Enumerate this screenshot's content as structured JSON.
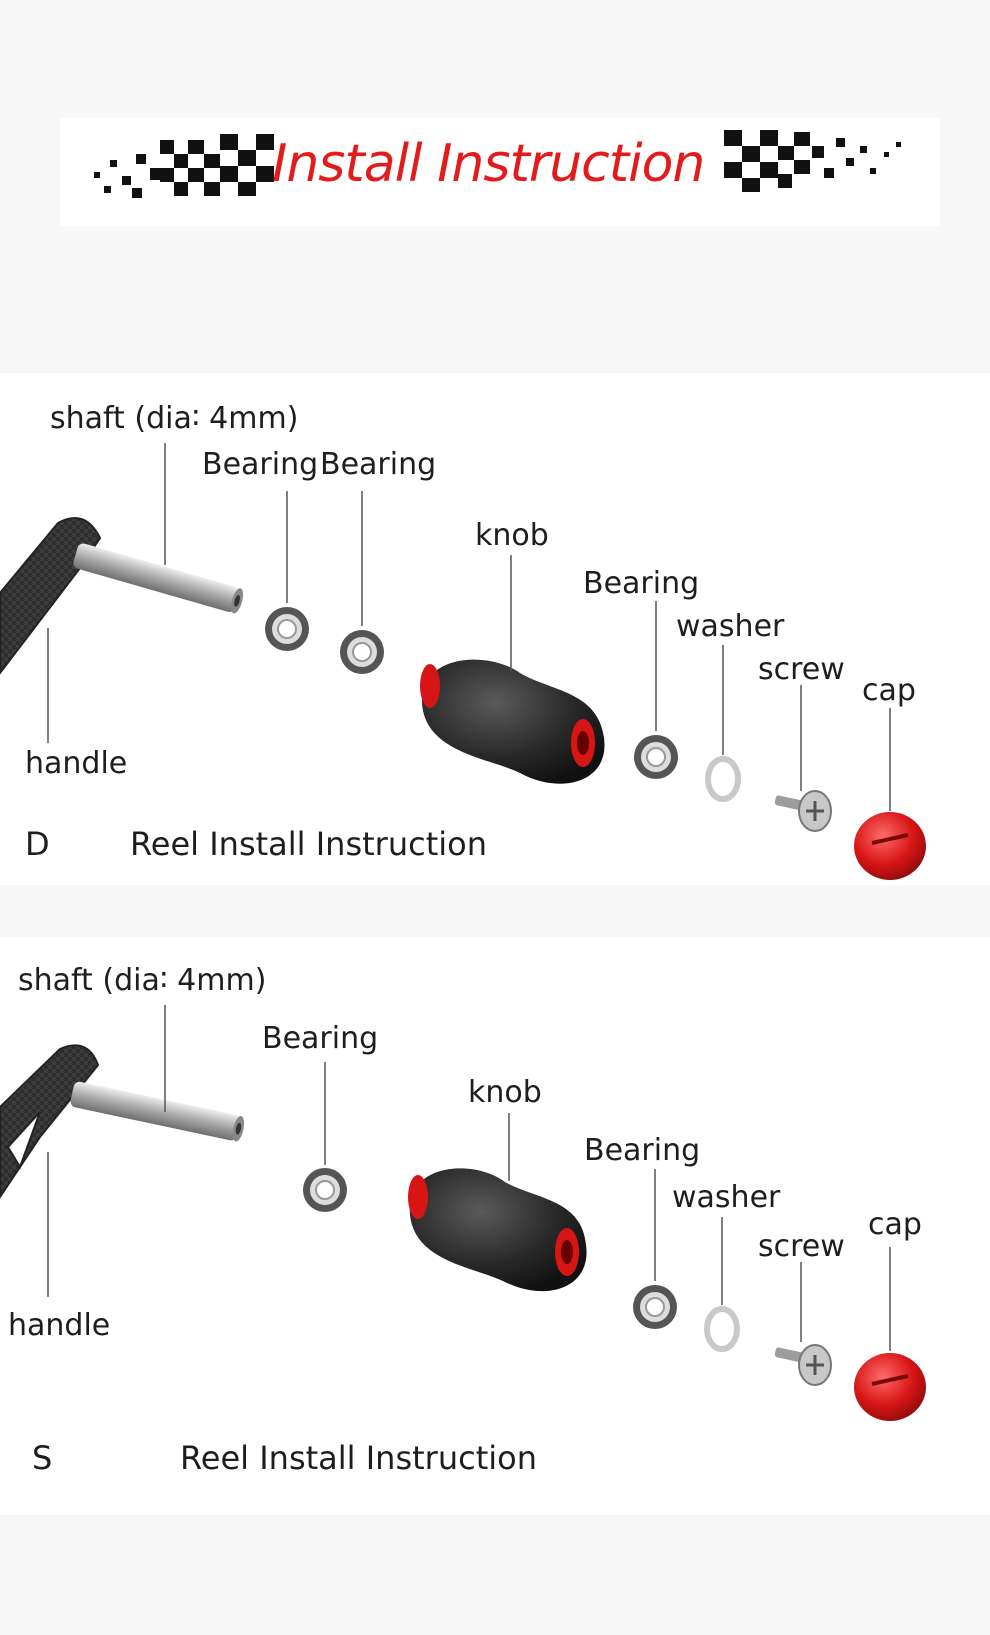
{
  "header": {
    "title": "Install Instruction"
  },
  "panel_d": {
    "labels": {
      "shaft": "shaft (dia∶ 4mm)",
      "bearing_1": "Bearing",
      "bearing_2": "Bearing",
      "knob": "knob",
      "bearing_3": "Bearing",
      "washer": "washer",
      "screw": "screw",
      "cap": "cap",
      "handle": "handle"
    },
    "caption_letter": "D",
    "caption": "Reel Install Instruction"
  },
  "panel_s": {
    "labels": {
      "shaft": "shaft (dia∶ 4mm)",
      "bearing_1": "Bearing",
      "knob": "knob",
      "bearing_2": "Bearing",
      "washer": "washer",
      "screw": "screw",
      "cap": "cap",
      "handle": "handle"
    },
    "caption_letter": "S",
    "caption": "Reel Install Instruction"
  },
  "colors": {
    "accent": "#e31b1b",
    "carbon": "#2b2b2b",
    "metal": "#b8b8b8",
    "cap": "#d81515"
  }
}
